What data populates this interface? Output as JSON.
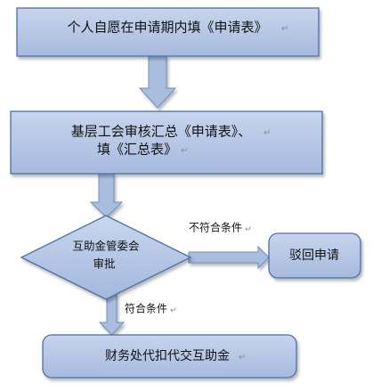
{
  "colors": {
    "box_top": "#c7d4ec",
    "box_bottom": "#a6bade",
    "box_border": "#4b6fa8",
    "arrow_fill": "#a9bedf",
    "arrow_border": "#6f8dbf",
    "text": "#111111"
  },
  "nodes": {
    "apply": {
      "text": "个人自愿在申请期内填《申请表》"
    },
    "union": {
      "line1": "基层工会审核汇总《申请表》、",
      "line2": "填《汇总表》"
    },
    "committee": {
      "line1": "互助金管委会",
      "line2": "审批"
    },
    "reject": {
      "text": "驳回申请"
    },
    "finance": {
      "text": "财务处代扣代交互助金"
    }
  },
  "edges": {
    "not_qualified": "不符合条件",
    "qualified": "符合条件"
  },
  "para_mark": "↵"
}
